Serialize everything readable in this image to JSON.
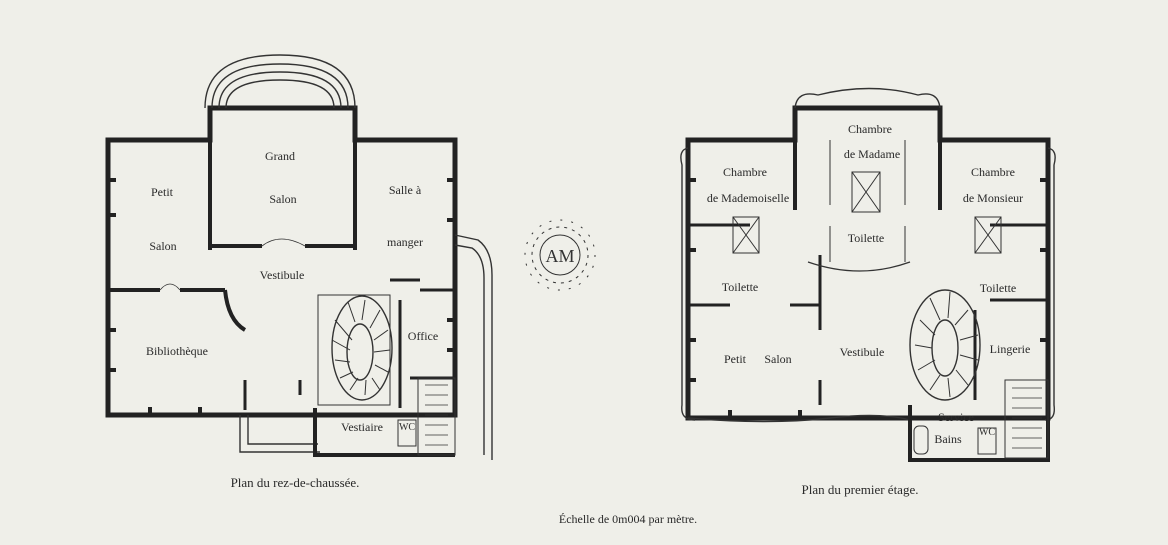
{
  "ground_floor": {
    "caption": "Plan du rez-de-chaussée.",
    "rooms": {
      "grand": "Grand",
      "salon_center": "Salon",
      "petit": "Petit",
      "salon_left": "Salon",
      "salle_a": "Salle à",
      "manger": "manger",
      "vestibule": "Vestibule",
      "bibliotheque": "Bibliothèque",
      "office": "Office",
      "vestiaire": "Vestiaire",
      "wc": "WC"
    }
  },
  "first_floor": {
    "caption": "Plan du premier étage.",
    "rooms": {
      "chambre_madame_1": "Chambre",
      "chambre_madame_2": "de Madame",
      "chambre_mademoiselle_1": "Chambre",
      "chambre_mademoiselle_2": "de Mademoiselle",
      "chambre_monsieur_1": "Chambre",
      "chambre_monsieur_2": "de Monsieur",
      "toilette_center": "Toilette",
      "toilette_left": "Toilette",
      "toilette_right": "Toilette",
      "petit_salon_1": "Petit",
      "petit_salon_2": "Salon",
      "vestibule": "Vestibule",
      "lingerie": "Lingerie",
      "service": "Service",
      "bains": "Bains",
      "wc": "WC"
    }
  },
  "scale_note": "Échelle de 0m004 par mètre.",
  "monogram": "AM"
}
